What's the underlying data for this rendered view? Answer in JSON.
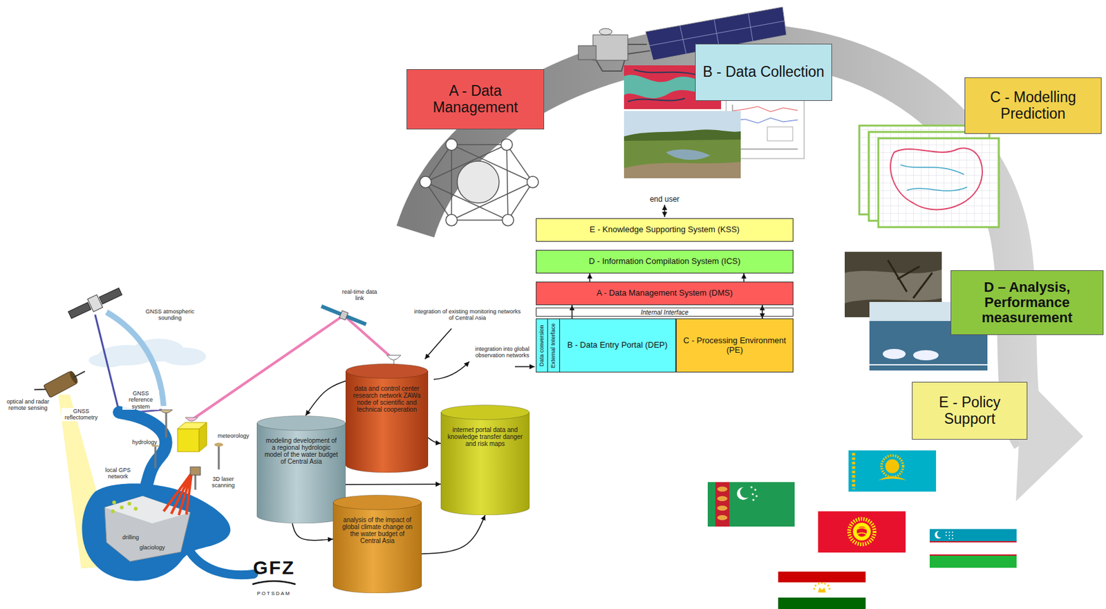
{
  "diagram": {
    "nodes": [
      {
        "text": [
          "A - Data Management"
        ]
      },
      {
        "text": [
          "B - Data Collection"
        ]
      },
      {
        "text": [
          "C - Modelling Prediction"
        ]
      },
      {
        "text": [
          "E - Knowledge Supporting System (KSS)"
        ]
      },
      {
        "text": [
          "D - Information Compilation System (ICS)"
        ]
      },
      {
        "text": [
          "A - Data Management System (DMS)"
        ]
      },
      {
        "text": [
          "Internal Interface"
        ]
      },
      {
        "text": [
          "B - Data Entry Portal (DEP)"
        ]
      },
      {
        "text": [
          "Data conversion"
        ],
        "in": 7
      },
      {
        "text": [
          "External Interface"
        ],
        "in": 7
      },
      {
        "text": [
          "C - Processing Environment (PE)"
        ]
      },
      {
        "text": [
          "D – Analysis, Performance measurement"
        ]
      },
      {
        "text": [
          "E - Policy Support"
        ]
      },
      {
        "text": [
          "data and control center research network ZAWa node of scientific and technical cooperation"
        ]
      },
      {
        "text": [
          "modeling development of a regional hydrologic model of the water budget of Central Asia"
        ]
      },
      {
        "text": [
          "internet portal data and knowledge transfer danger and risk maps"
        ]
      },
      {
        "text": [
          "analysis of the impact of global climate change on the water budget of Central Asia"
        ]
      }
    ],
    "edges": [
      {
        "from": 5,
        "to": 4,
        "arrow": "to"
      },
      {
        "from": 5,
        "to": 4,
        "arrow": "to"
      },
      {
        "from": 7,
        "to": 5,
        "arrow": "to"
      },
      {
        "from": 10,
        "to": 5,
        "arrow": "both"
      },
      {
        "from": 13,
        "to": 14,
        "arrow": "to"
      },
      {
        "from": 13,
        "to": 15,
        "arrow": "to"
      },
      {
        "from": 14,
        "to": 15,
        "arrow": "to"
      },
      {
        "from": 14,
        "to": 16,
        "arrow": "to"
      },
      {
        "from": 16,
        "to": 15,
        "arrow": "to"
      }
    ],
    "labels": [
      "end user",
      "real-time data link",
      "integration of existing monitoring networks of Central Asia",
      "integration into global observation networks",
      "GNSS atmospheric sounding",
      "optical and radar remote sensing",
      "GNSS reflectometry",
      "GNSS reference system",
      "hydrology",
      "meteorology",
      "local GPS network",
      "3D laser scanning",
      "drilling",
      "glaciology",
      "GFZ",
      "POTSDAM"
    ]
  }
}
